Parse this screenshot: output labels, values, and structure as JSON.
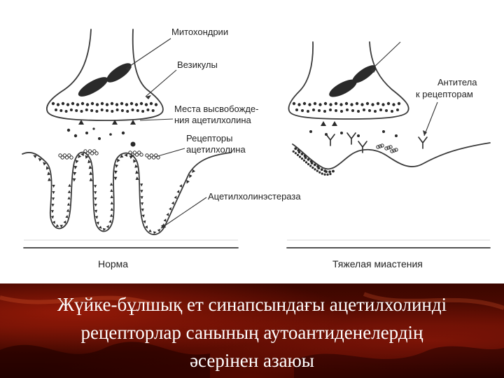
{
  "labels": {
    "mitochondria": "Митохондрии",
    "vesicles": "Везикулы",
    "release_sites_1": "Места высвобожде-",
    "release_sites_2": "ния ацетилхолина",
    "receptors_1": "Рецепторы",
    "receptors_2": "ацетилхолина",
    "acetylcholinesterase": "Ацетилхолинэстераза",
    "antibodies_1": "Антитела",
    "antibodies_2": "к рецепторам"
  },
  "captions": {
    "normal": "Норма",
    "myasthenia": "Тяжелая миастения"
  },
  "title": {
    "line1": "Жүйке-бұлшық ет синапсындағы ацетилхолинді",
    "line2": "рецепторлар санының аутоантиденелердің",
    "line3": "әсерінен азаюы"
  },
  "colors": {
    "banner_dark": "#3a0600",
    "banner_accent": "#a01e0a",
    "ink": "#222222"
  }
}
